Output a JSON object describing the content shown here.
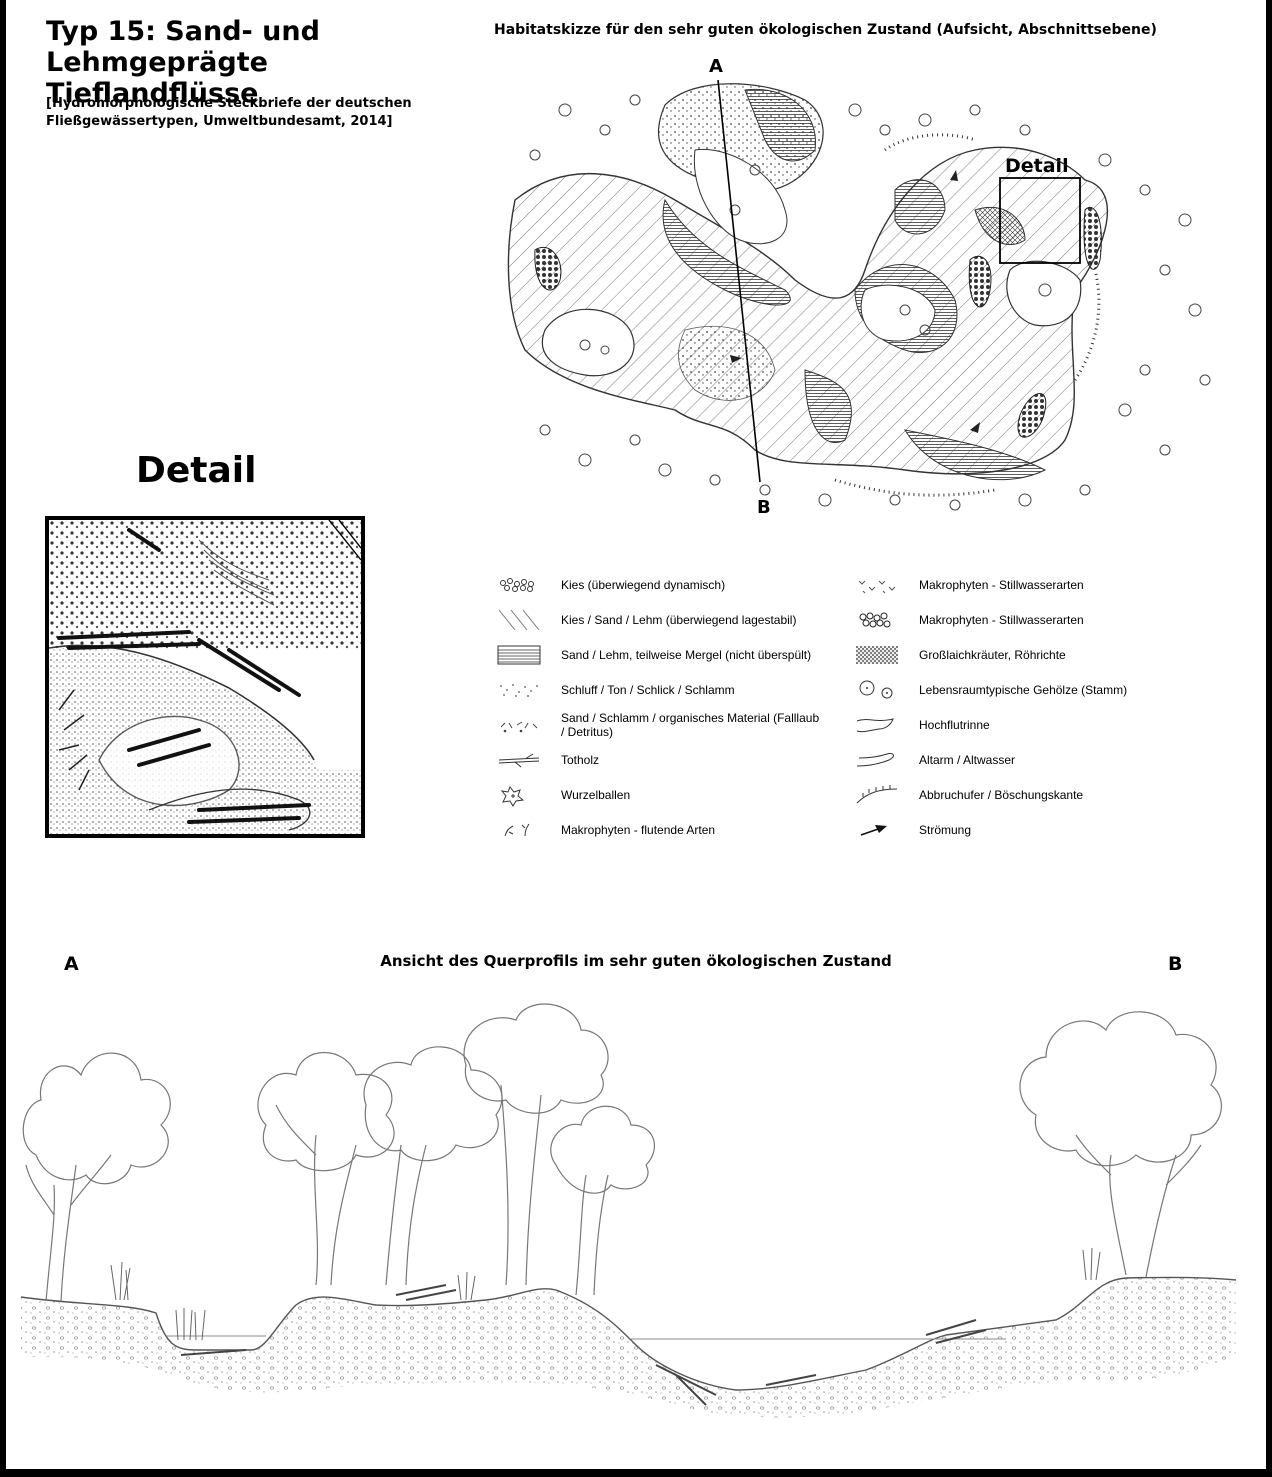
{
  "header": {
    "title_line1": "Typ 15: Sand- und",
    "title_line2": "Lehmgeprägte Tieflandflüsse",
    "reference_line1": "[Hydromorphologische Steckbriefe der deutschen",
    "reference_line2": "Fließgewässertypen, Umweltbundesamt, 2014]"
  },
  "map": {
    "title": "Habitatskizze für den sehr guten ökologischen Zustand (Aufsicht, Abschnittsebene)",
    "label_a": "A",
    "label_b": "B",
    "detail_label": "Detail"
  },
  "detail": {
    "heading": "Detail"
  },
  "legend": {
    "left": [
      {
        "icon": "gravel-icon",
        "text": "Kies (überwiegend dynamisch)"
      },
      {
        "icon": "diagonal-hatch-icon",
        "text": "Kies / Sand / Lehm (überwiegend lagestabil)"
      },
      {
        "icon": "horizontal-lines-icon",
        "text": "Sand / Lehm, teilweise Mergel (nicht überspült)"
      },
      {
        "icon": "fine-dots-icon",
        "text": "Schluff / Ton / Schlick / Schlamm"
      },
      {
        "icon": "organic-material-icon",
        "text": "Sand / Schlamm / organisches Material (Falllaub / Detritus)"
      },
      {
        "icon": "deadwood-icon",
        "text": "Totholz"
      },
      {
        "icon": "root-ball-icon",
        "text": "Wurzelballen"
      },
      {
        "icon": "floating-plant-icon",
        "text": "Makrophyten - flutende Arten"
      }
    ],
    "right": [
      {
        "icon": "macrophyte-sparse-icon",
        "text": "Makrophyten - Stillwasserarten"
      },
      {
        "icon": "macrophyte-dense-icon",
        "text": "Makrophyten - Stillwasserarten"
      },
      {
        "icon": "crosshatch-icon",
        "text": "Großlaichkräuter, Röhrichte"
      },
      {
        "icon": "tree-trunk-icon",
        "text": "Lebensraumtypische Gehölze (Stamm)"
      },
      {
        "icon": "flood-channel-icon",
        "text": "Hochflutrinne"
      },
      {
        "icon": "oxbow-icon",
        "text": "Altarm / Altwasser"
      },
      {
        "icon": "bank-edge-icon",
        "text": "Abbruchufer / Böschungskante"
      },
      {
        "icon": "arrow-icon",
        "text": "Strömung"
      }
    ]
  },
  "profile": {
    "title": "Ansicht des Querprofils im sehr guten ökologischen Zustand",
    "label_a": "A",
    "label_b": "B"
  }
}
